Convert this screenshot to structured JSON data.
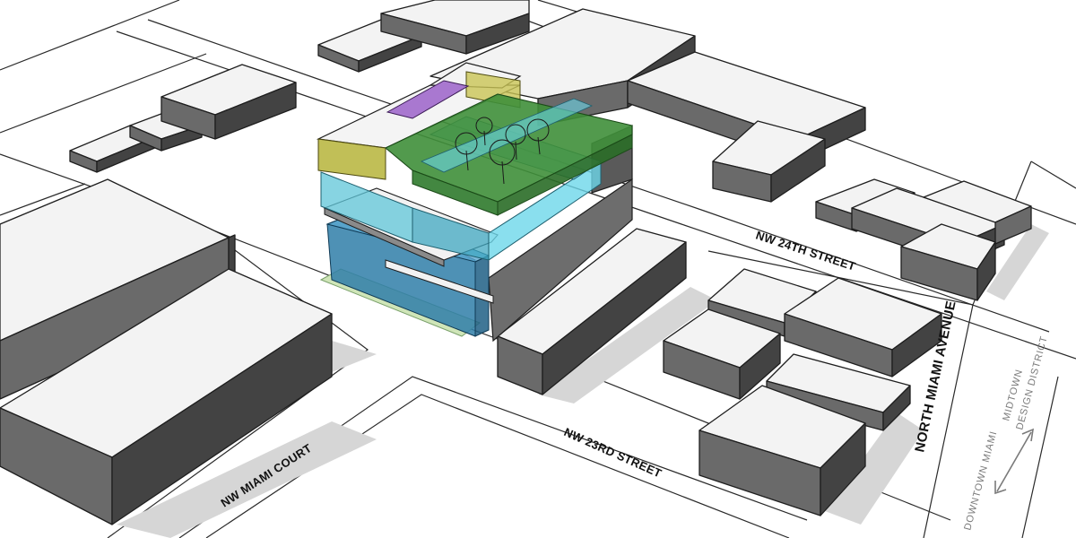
{
  "streets": {
    "nw_24th": "NW 24TH STREET",
    "nw_23rd": "NW 23RD STREET",
    "nw_miami_court": "NW MIAMI COURT",
    "north_miami_avenue": "NORTH MIAMI AVENUE"
  },
  "districts": {
    "midtown": "MIDTOWN",
    "design_district": "DESIGN DISTRICT",
    "downtown": "DOWNTOWN MIAMI"
  },
  "colors": {
    "ground": "#ffffff",
    "block_top": "#f3f3f3",
    "block_left": "#6a6a6a",
    "block_right": "#434343",
    "program_green": "#3f8f3a",
    "program_yellow": "#b6b43a",
    "program_cyan": "#5fc6d8",
    "program_blue": "#2f7ea8",
    "program_purple": "#a978d0",
    "plaza_green": "#cfe5b8"
  },
  "icons": {
    "direction_arrow": "double-headed-arrow-icon",
    "trees": "tree-icon"
  }
}
